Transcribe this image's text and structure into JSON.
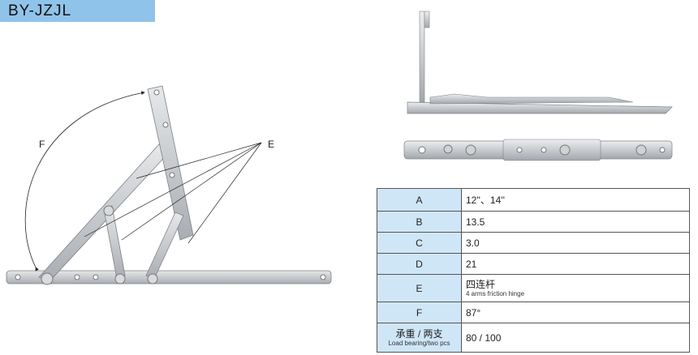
{
  "title": "BY-JZJL",
  "diagram": {
    "label_f": "F",
    "label_e": "E"
  },
  "spec_table": {
    "rows": [
      {
        "key": "A",
        "value": "12''、14''"
      },
      {
        "key": "B",
        "value": "13.5"
      },
      {
        "key": "C",
        "value": "3.0"
      },
      {
        "key": "D",
        "value": "21"
      },
      {
        "key": "E",
        "value": "四连杆",
        "value_sub": "4 arms friction hinge"
      },
      {
        "key": "F",
        "value": "87°"
      },
      {
        "key": "承重 / 两支",
        "key_sub": "Load bearing/two pcs",
        "value": "80 / 100"
      }
    ]
  },
  "colors": {
    "banner": "#8fc3ea",
    "key_cell": "#cfe6f7",
    "metal": "#c9ccd0"
  }
}
